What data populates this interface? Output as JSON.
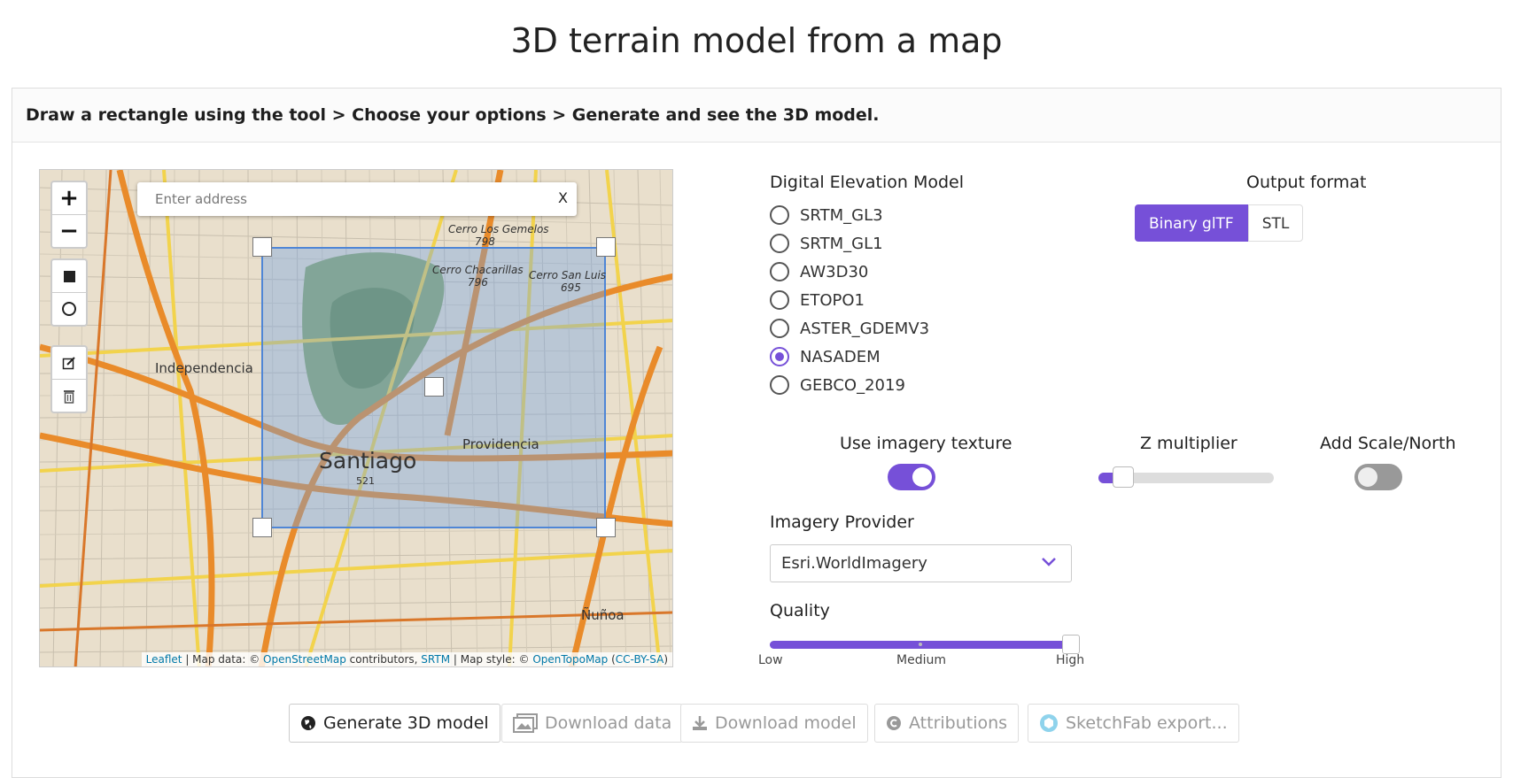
{
  "page": {
    "title": "3D terrain model from a map",
    "instructions": "Draw a rectangle using the tool > Choose your options > Generate and see the 3D model."
  },
  "map": {
    "zoom_in": "+",
    "zoom_out": "−",
    "search": {
      "placeholder": "Enter address",
      "clear_label": "X"
    },
    "labels": {
      "cerro_los_gemelos": "Cerro Los Gemelos",
      "cerro_los_gemelos_elev": "798",
      "cerro_chacarillas": "Cerro Chacarillas",
      "cerro_chacarillas_elev": "796",
      "cerro_san_luis": "Cerro San Luis",
      "cerro_san_luis_elev": "695",
      "independencia": "Independencia",
      "santiago": "Santiago",
      "santiago_elev": "521",
      "providencia": "Providencia",
      "nunoa": "Ñuñoa"
    },
    "attribution": {
      "leaflet": "Leaflet",
      "text1": " | Map data: © ",
      "osm": "OpenStreetMap",
      "text2": " contributors, ",
      "srtm": "SRTM",
      "text3": " | Map style: © ",
      "opentopomap": "OpenTopoMap",
      "text4": " (",
      "license": "CC-BY-SA",
      "text5": ")"
    }
  },
  "dem": {
    "label": "Digital Elevation Model",
    "options": [
      "SRTM_GL3",
      "SRTM_GL1",
      "AW3D30",
      "ETOPO1",
      "ASTER_GDEMV3",
      "NASADEM",
      "GEBCO_2019"
    ],
    "selected": "NASADEM"
  },
  "output_format": {
    "label": "Output format",
    "options": [
      "Binary glTF",
      "STL"
    ],
    "selected": "Binary glTF"
  },
  "imagery_texture": {
    "label": "Use imagery texture",
    "on": true
  },
  "z_multiplier": {
    "label": "Z multiplier",
    "fraction": 0.1
  },
  "scale_north": {
    "label": "Add Scale/North",
    "on": false
  },
  "imagery_provider": {
    "label": "Imagery Provider",
    "value": "Esri.WorldImagery"
  },
  "quality": {
    "label": "Quality",
    "ticks": [
      "Low",
      "Medium",
      "High"
    ],
    "value": "High"
  },
  "buttons": {
    "generate": "Generate 3D model",
    "download_data": "Download data",
    "download_model": "Download model",
    "attributions": "Attributions",
    "sketchfab": "SketchFab export..."
  },
  "colors": {
    "accent": "#7650d8",
    "selection": "#4f86d6"
  }
}
